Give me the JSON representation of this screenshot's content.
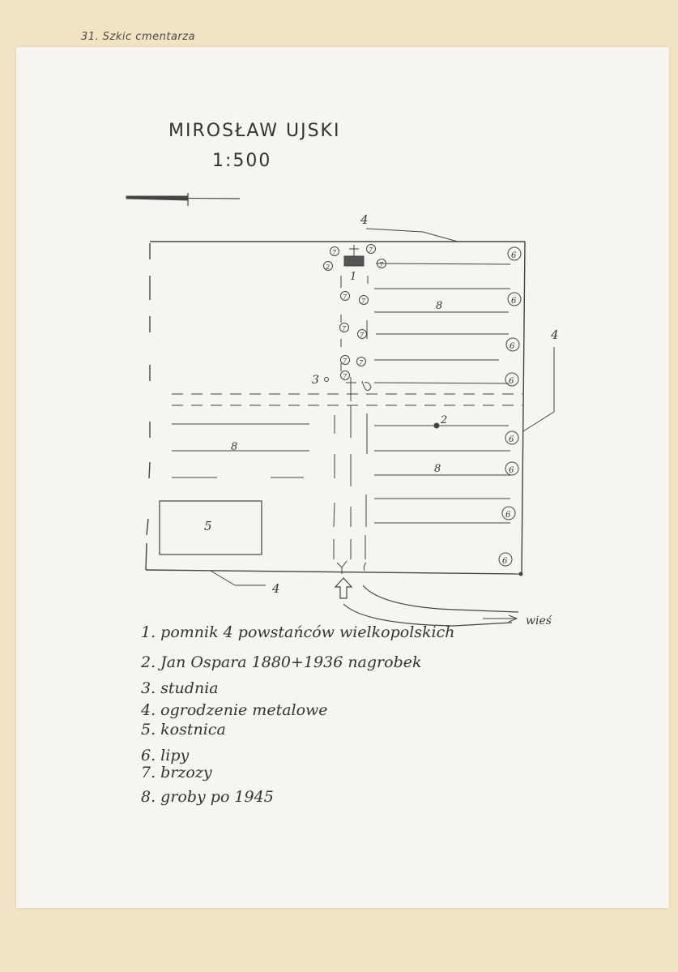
{
  "header": {
    "caption": "31. Szkic cmentarza"
  },
  "sketch": {
    "title": "MIROSŁAW UJSKI",
    "scale": "1:500",
    "labels": {
      "fence_top": "4",
      "fence_right": "4",
      "fence_bottom": "4",
      "monument": "1",
      "grave": "2",
      "well": "3",
      "ossuary": "5",
      "graves_left": "8",
      "graves_right_top": "8",
      "graves_right_bottom": "8",
      "direction": "wieś"
    },
    "lime_marker": "6",
    "birch_marker": "7",
    "level_marker": "2"
  },
  "legend": [
    {
      "label": "1. pomnik 4 powstańców wielkopolskich"
    },
    {
      "label": "2. Jan Ospara 1880+1936 nagrobek"
    },
    {
      "label": "3. studnia"
    },
    {
      "label": "4. ogrodzenie metalowe"
    },
    {
      "label": "5. kostnica"
    },
    {
      "label": "6. lipy"
    },
    {
      "label": "7. brzozy"
    },
    {
      "label": "8. groby po 1945"
    }
  ]
}
